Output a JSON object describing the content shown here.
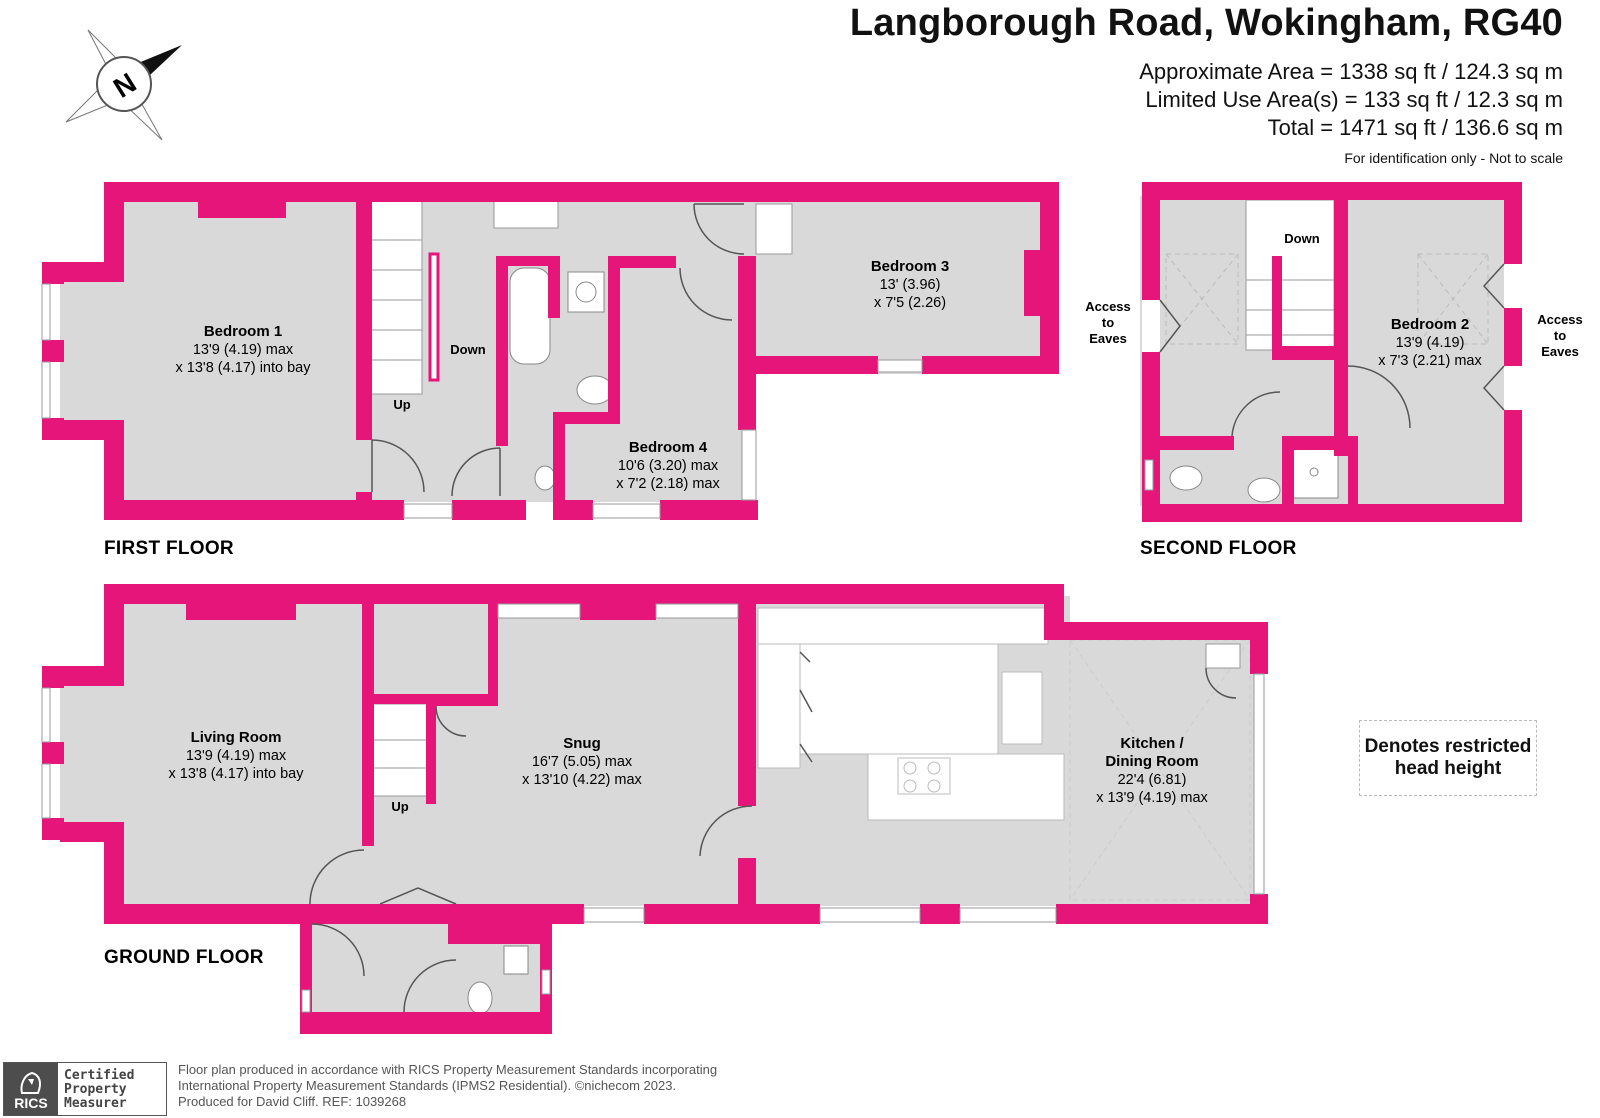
{
  "header": {
    "title": "Langborough Road, Wokingham, RG40",
    "area_lines": [
      "Approximate Area = 1338 sq ft / 124.3 sq m",
      "Limited Use Area(s) = 133 sq ft / 12.3 sq m",
      "Total = 1471 sq ft / 136.6 sq m"
    ],
    "note": "For identification only - Not to scale"
  },
  "compass": {
    "letter": "N"
  },
  "floors": {
    "first": {
      "label": "FIRST FLOOR",
      "rooms": {
        "bedroom1": {
          "name": "Bedroom 1",
          "dims": [
            "13'9 (4.19) max",
            "x 13'8 (4.17) into bay"
          ]
        },
        "bedroom3": {
          "name": "Bedroom 3",
          "dims": [
            "13' (3.96)",
            "x 7'5 (2.26)"
          ]
        },
        "bedroom4": {
          "name": "Bedroom 4",
          "dims": [
            "10'6 (3.20) max",
            "x 7'2 (2.18) max"
          ]
        }
      },
      "stair_labels": {
        "up": "Up",
        "down": "Down"
      }
    },
    "second": {
      "label": "SECOND FLOOR",
      "rooms": {
        "bedroom2": {
          "name": "Bedroom 2",
          "dims": [
            "13'9 (4.19)",
            "x 7'3 (2.21) max"
          ]
        }
      },
      "stair_labels": {
        "down": "Down"
      },
      "eaves_left": [
        "Access",
        "to",
        "Eaves"
      ],
      "eaves_right": [
        "Access",
        "to",
        "Eaves"
      ]
    },
    "ground": {
      "label": "GROUND FLOOR",
      "rooms": {
        "living": {
          "name": "Living Room",
          "dims": [
            "13'9 (4.19) max",
            "x 13'8 (4.17) into bay"
          ]
        },
        "snug": {
          "name": "Snug",
          "dims": [
            "16'7 (5.05) max",
            "x 13'10 (4.22) max"
          ]
        },
        "kitchen": {
          "name_lines": [
            "Kitchen /",
            "Dining Room"
          ],
          "dims": [
            "22'4 (6.81)",
            "x 13'9 (4.19) max"
          ]
        }
      },
      "stair_labels": {
        "up": "Up"
      }
    }
  },
  "legend": {
    "lines": [
      "Denotes restricted",
      "head height"
    ]
  },
  "footer": {
    "badge_mark": "RICS",
    "badge_lines": [
      "Certified",
      "Property",
      "Measurer"
    ],
    "text_lines": [
      "Floor plan produced in accordance with RICS Property Measurement Standards incorporating",
      "International Property Measurement Standards (IPMS2 Residential).   ©nichecom 2023.",
      "Produced for David Cliff.   REF:  1039268"
    ]
  },
  "colors": {
    "wall": "#e6157a",
    "floor": "#d9d9d9",
    "stairs": "#ffffff",
    "line": "#555555"
  }
}
